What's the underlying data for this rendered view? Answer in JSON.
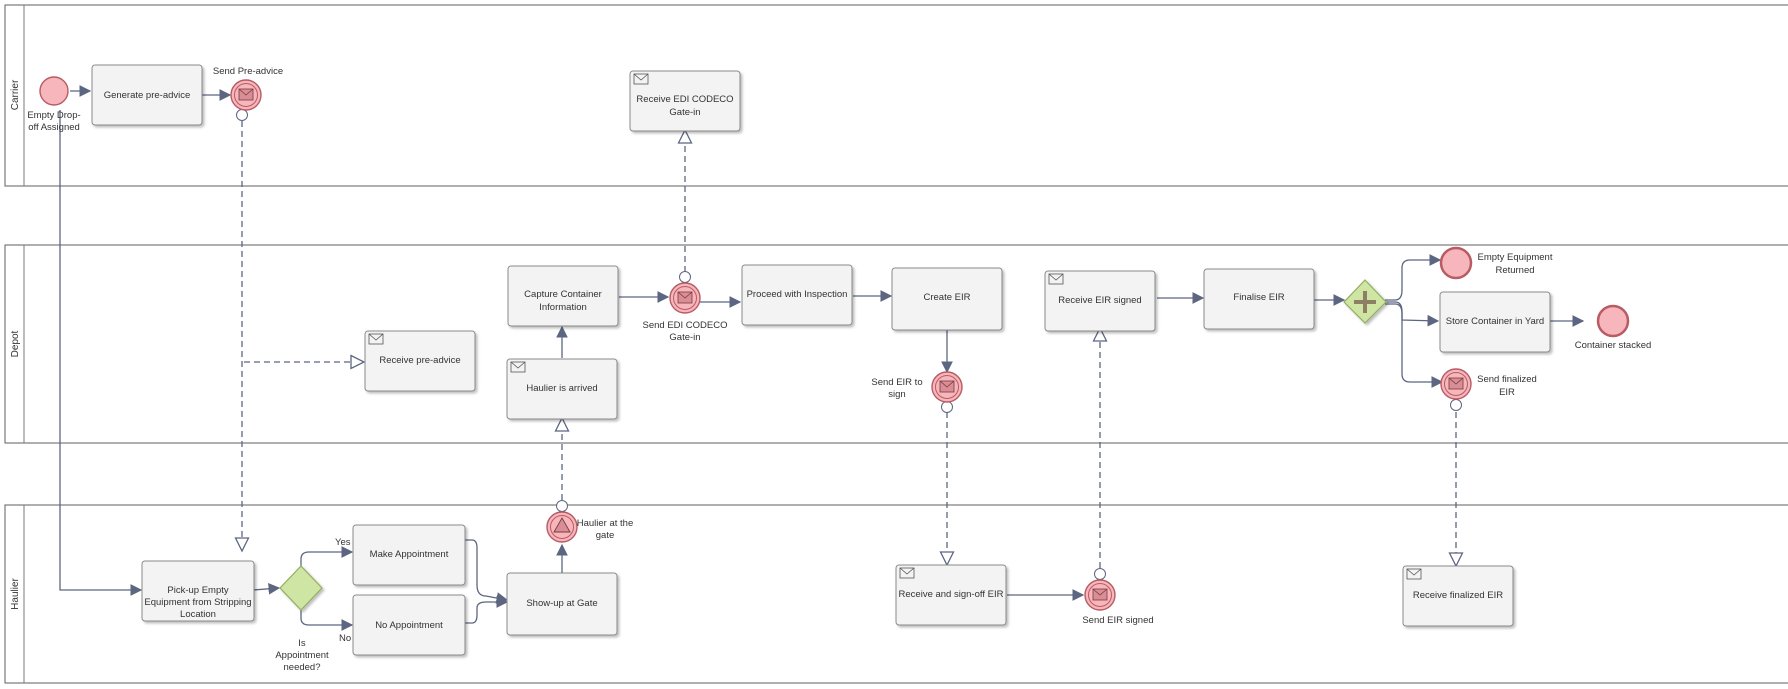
{
  "lanes": [
    {
      "id": "carrier",
      "label": "Carrier"
    },
    {
      "id": "depot",
      "label": "Depot"
    },
    {
      "id": "haulier",
      "label": "Haulier"
    }
  ],
  "tasks": {
    "generate_pre_advice": [
      "Generate pre-advice"
    ],
    "receive_edi_codeco": [
      "Receive EDI CODECO",
      "Gate-in"
    ],
    "capture_container_info": [
      "Capture Container",
      "Information"
    ],
    "proceed_inspection": [
      "Proceed with Inspection"
    ],
    "create_eir": [
      "Create EIR"
    ],
    "receive_eir_signed": [
      "Receive EIR signed"
    ],
    "finalise_eir": [
      "Finalise EIR"
    ],
    "store_container": [
      "Store Container in Yard"
    ],
    "receive_pre_advice": [
      "Receive pre-advice"
    ],
    "haulier_arrived": [
      "Haulier is arrived"
    ],
    "pickup_empty": [
      "Pick-up Empty",
      "Equipment from Stripping",
      "Location"
    ],
    "make_appointment": [
      "Make Appointment"
    ],
    "no_appointment": [
      "No Appointment"
    ],
    "show_up_gate": [
      "Show-up at Gate"
    ],
    "receive_signoff_eir": [
      "Receive and sign-off EIR"
    ],
    "receive_finalized_eir": [
      "Receive finalized EIR"
    ]
  },
  "events": {
    "empty_dropoff": [
      "Empty Drop-",
      "off Assigned"
    ],
    "send_pre_advice": [
      "Send Pre-advice"
    ],
    "send_edi_codeco": [
      "Send EDI CODECO",
      "Gate-in"
    ],
    "send_eir_to_sign": [
      "Send EIR to",
      "sign"
    ],
    "empty_equipment_returned": [
      "Empty Equipment",
      "Returned"
    ],
    "container_stacked": [
      "Container stacked"
    ],
    "send_finalized_eir": [
      "Send finalized",
      "EIR"
    ],
    "haulier_at_gate": [
      "Haulier at the",
      "gate"
    ],
    "send_eir_signed": [
      "Send EIR signed"
    ]
  },
  "gateway": {
    "appointment_question": [
      "Is",
      "Appointment",
      "needed?"
    ],
    "yes_label": "Yes",
    "no_label": "No"
  },
  "colors": {
    "task_fill": "#f3f3f3",
    "task_stroke": "#8a8a8a",
    "event_fill": "#f6b6bb",
    "event_stroke": "#b85b63",
    "gateway_fill": "#cfe5a3",
    "gateway_stroke": "#93ad61",
    "gateway_plus": "#8c7f64",
    "flow": "#5c6680",
    "lane_line": "#7a7a7a",
    "text": "#333333"
  }
}
